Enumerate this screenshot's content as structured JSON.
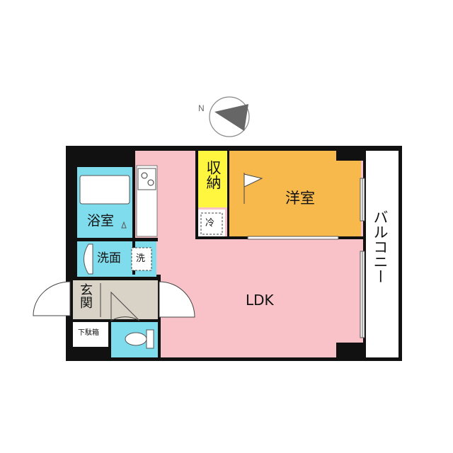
{
  "compass": {
    "north_label": "N"
  },
  "rooms": {
    "ldk": "LDK",
    "western_room": "洋室",
    "storage": "収納",
    "bath": "浴室",
    "washroom": "洗面",
    "entrance": "玄関",
    "shoe_cabinet": "下駄箱",
    "balcony": "バルコニー"
  },
  "fixtures": {
    "fridge": "冷",
    "washer": "洗"
  },
  "colors": {
    "ldk": "#f9c2c8",
    "western_room": "#f7b94b",
    "storage": "#fff640",
    "wet_area": "#7fdcec",
    "entrance": "#d8d3c6",
    "wall": "#111111"
  }
}
